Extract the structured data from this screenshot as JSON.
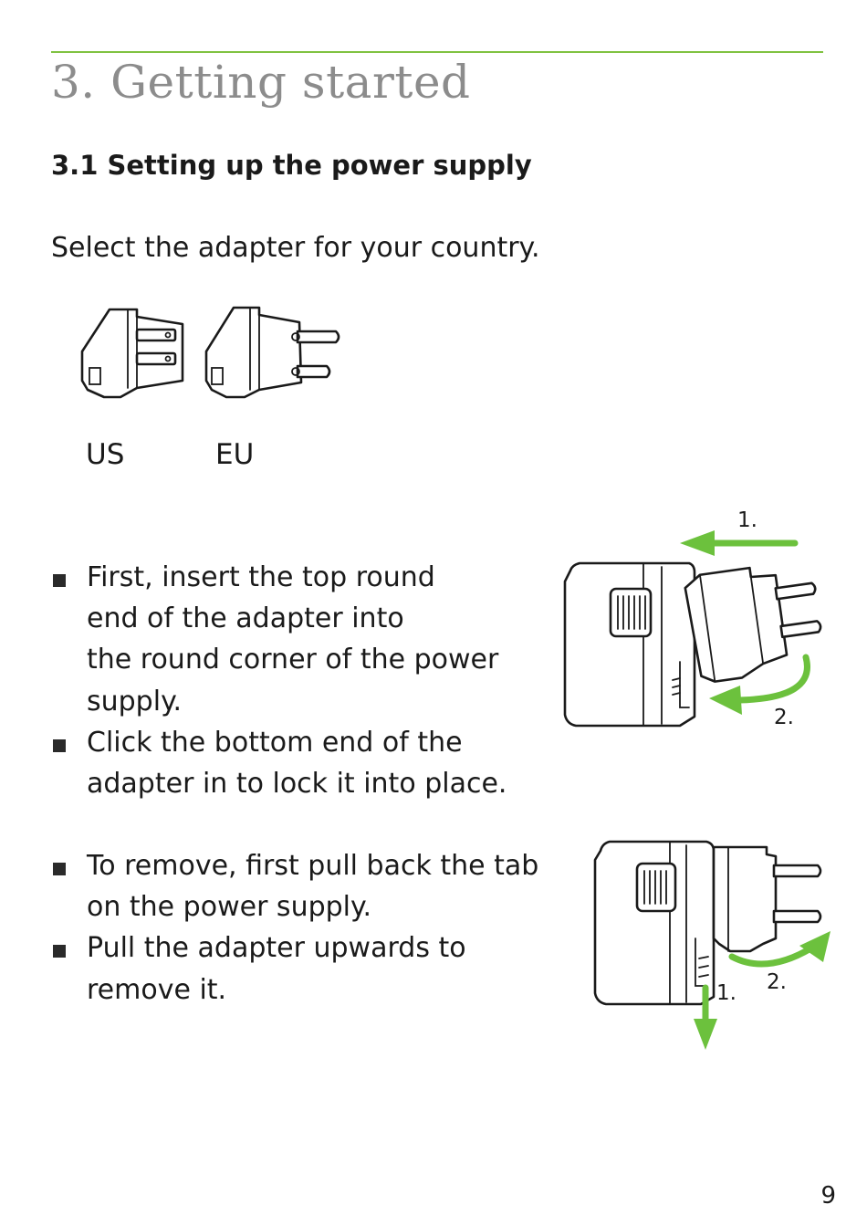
{
  "chapter": {
    "title": "3. Getting started"
  },
  "section": {
    "title": "3.1 Setting up the power supply"
  },
  "intro": "Select the adapter for your country.",
  "adapters": {
    "us": "US",
    "eu": "EU"
  },
  "attach_steps": [
    {
      "line1": "First, insert the top round",
      "line2": "end of the adapter into",
      "line3": "the round corner of the power",
      "line4": "supply."
    },
    {
      "line1": "Click the bottom end of the",
      "line2": "adapter in to lock it into place."
    }
  ],
  "remove_steps": [
    {
      "line1": "To remove, first pull back the tab",
      "line2": "on the power supply."
    },
    {
      "line1": "Pull the adapter upwards to",
      "line2": "remove it."
    }
  ],
  "figure_attach": {
    "step1": "1.",
    "step2": "2."
  },
  "figure_remove": {
    "step1": "1.",
    "step2": "2."
  },
  "colors": {
    "accent": "#7fc241",
    "arrow": "#6cc13d",
    "heading": "#8c8c8c"
  },
  "page_number": "9"
}
